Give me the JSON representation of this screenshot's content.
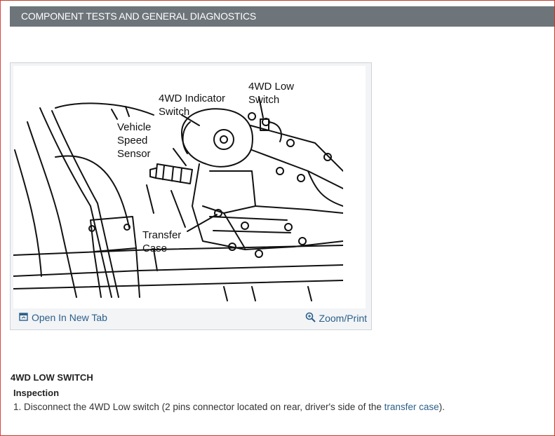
{
  "header": {
    "title": "COMPONENT TESTS AND GENERAL DIAGNOSTICS"
  },
  "figure": {
    "labels": {
      "vehicle_speed_sensor": [
        "Vehicle",
        "Speed",
        "Sensor"
      ],
      "indicator_switch": [
        "4WD Indicator",
        "Switch"
      ],
      "low_switch": [
        "4WD Low",
        "Switch"
      ],
      "transfer_case": [
        "Transfer",
        "Case"
      ]
    },
    "open_tab_label": "Open In New Tab",
    "zoom_print_label": "Zoom/Print"
  },
  "content": {
    "section_title": "4WD LOW SWITCH",
    "subsection_title": "Inspection",
    "step_prefix": "1. Disconnect the 4WD Low switch (2 pins connector located on rear, driver's side of the ",
    "step_link": "transfer case",
    "step_suffix": ")."
  },
  "colors": {
    "header_bg": "#6d757b",
    "link": "#2b5f8a",
    "border_accent": "#c0392b"
  }
}
